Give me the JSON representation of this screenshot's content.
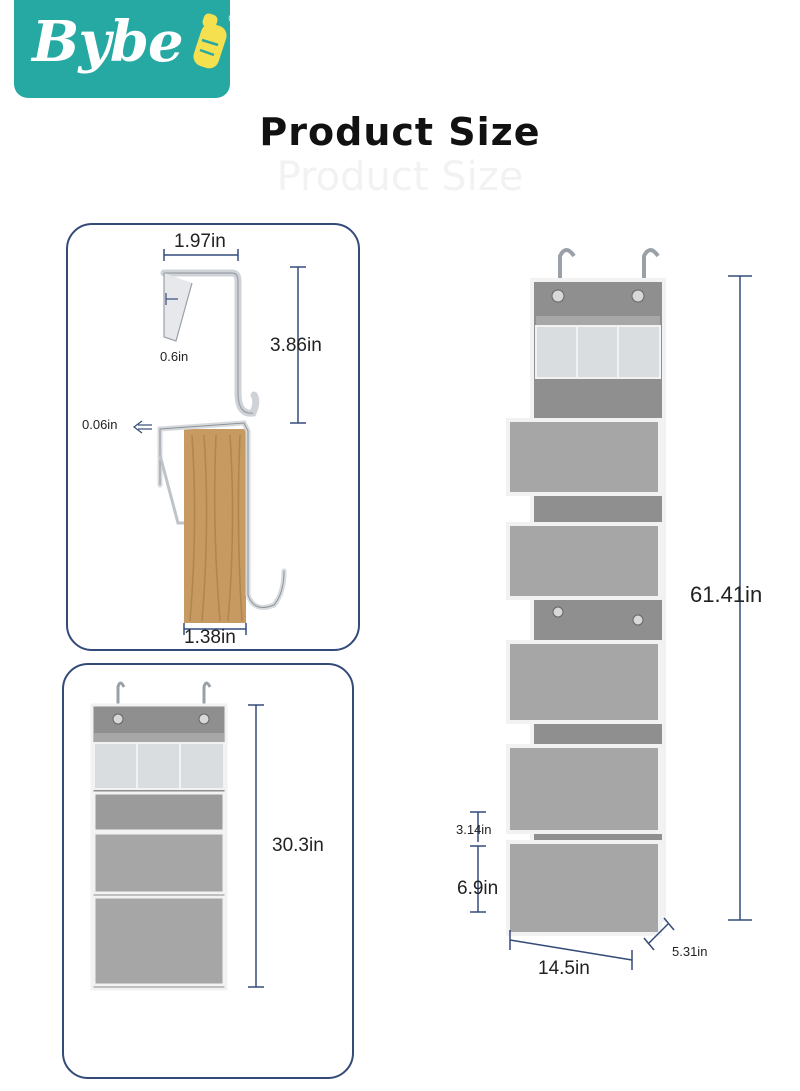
{
  "brand": {
    "logo_text": "Bybe",
    "registered_mark": "®",
    "brand_color": "#27a9a3"
  },
  "header": {
    "title": "Product Size",
    "title_shadow": "Product Size"
  },
  "hook_panel": {
    "hook_width": "1.97in",
    "hook_lip": "0.6in",
    "hook_height": "3.86in",
    "hook_thickness": "0.06in",
    "door_thickness": "1.38in"
  },
  "small_organizer_panel": {
    "height": "30.3in"
  },
  "full_organizer": {
    "total_height": "61.41in",
    "pocket_gap": "3.14in",
    "pocket_height": "6.9in",
    "width": "14.5in",
    "depth": "5.31in"
  },
  "colors": {
    "panel_border": "#344b7a",
    "dimension_line": "#344b7a",
    "fabric": "#8f8f8f",
    "pocket": "#a6a6a6",
    "trim": "#f2f2f2"
  }
}
